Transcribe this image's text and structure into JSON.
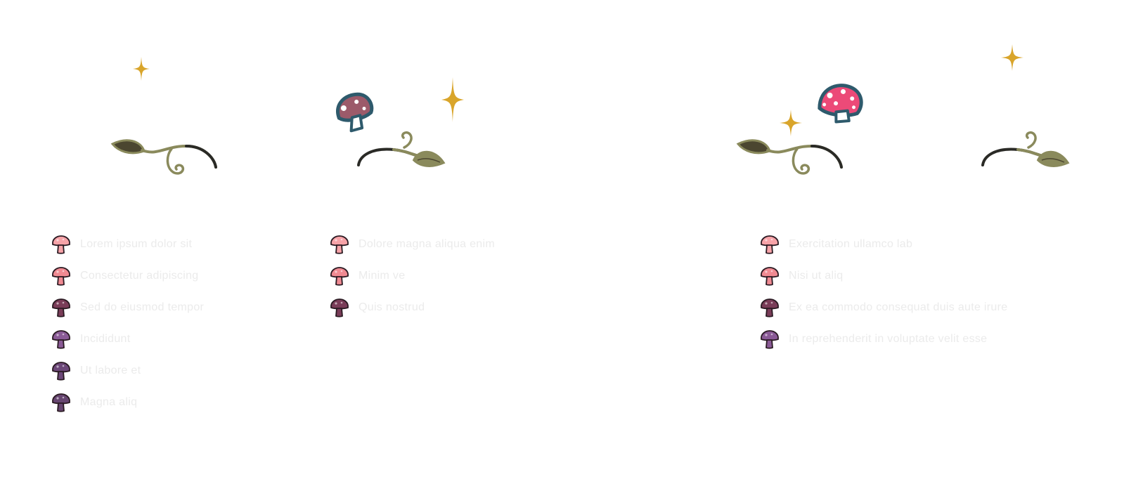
{
  "colors": {
    "sparkle": "#d9a52b",
    "vine_green": "#8a8a5c",
    "vine_dark": "#2a2a26",
    "leaf_dark": "#4b4630",
    "mushroom_outline": "#2e5a6c",
    "mushroom_mauve": "#9c5a6a",
    "mushroom_pink": "#ec4a78",
    "text_faint": "#ebebeb"
  },
  "lists": [
    {
      "items": [
        {
          "icon": "light-pink-mushroom-icon",
          "color": "#f7a3a8",
          "label": "Lorem ipsum dolor sit"
        },
        {
          "icon": "pink-mushroom-icon",
          "color": "#f08a92",
          "label": "Consectetur adipiscing"
        },
        {
          "icon": "plum-mushroom-icon",
          "color": "#7a3c58",
          "label": "Sed do eiusmod tempor"
        },
        {
          "icon": "lavender-mushroom-icon",
          "color": "#8a5a96",
          "label": "Incididunt"
        },
        {
          "icon": "purple-mushroom-icon",
          "color": "#6c4778",
          "label": "Ut labore et"
        },
        {
          "icon": "dark-purple-mushroom-icon",
          "color": "#674671",
          "label": "Magna aliq"
        }
      ]
    },
    {
      "items": [
        {
          "icon": "light-pink-mushroom-icon",
          "color": "#f7a3a8",
          "label": "Dolore magna aliqua enim"
        },
        {
          "icon": "pink-mushroom-icon",
          "color": "#f08a92",
          "label": "Minim ve"
        },
        {
          "icon": "plum-mushroom-icon",
          "color": "#7a3c58",
          "label": "Quis nostrud"
        }
      ]
    },
    {
      "items": [
        {
          "icon": "light-pink-mushroom-icon",
          "color": "#f7a3a8",
          "label": "Exercitation ullamco lab"
        },
        {
          "icon": "pink-mushroom-icon",
          "color": "#f08a92",
          "label": "Nisi ut aliq"
        },
        {
          "icon": "plum-mushroom-icon",
          "color": "#7a3c58",
          "label": "Ex ea commodo consequat duis aute irure"
        },
        {
          "icon": "lavender-mushroom-icon",
          "color": "#8a5a96",
          "label": "In reprehenderit in voluptate velit esse"
        }
      ]
    }
  ]
}
